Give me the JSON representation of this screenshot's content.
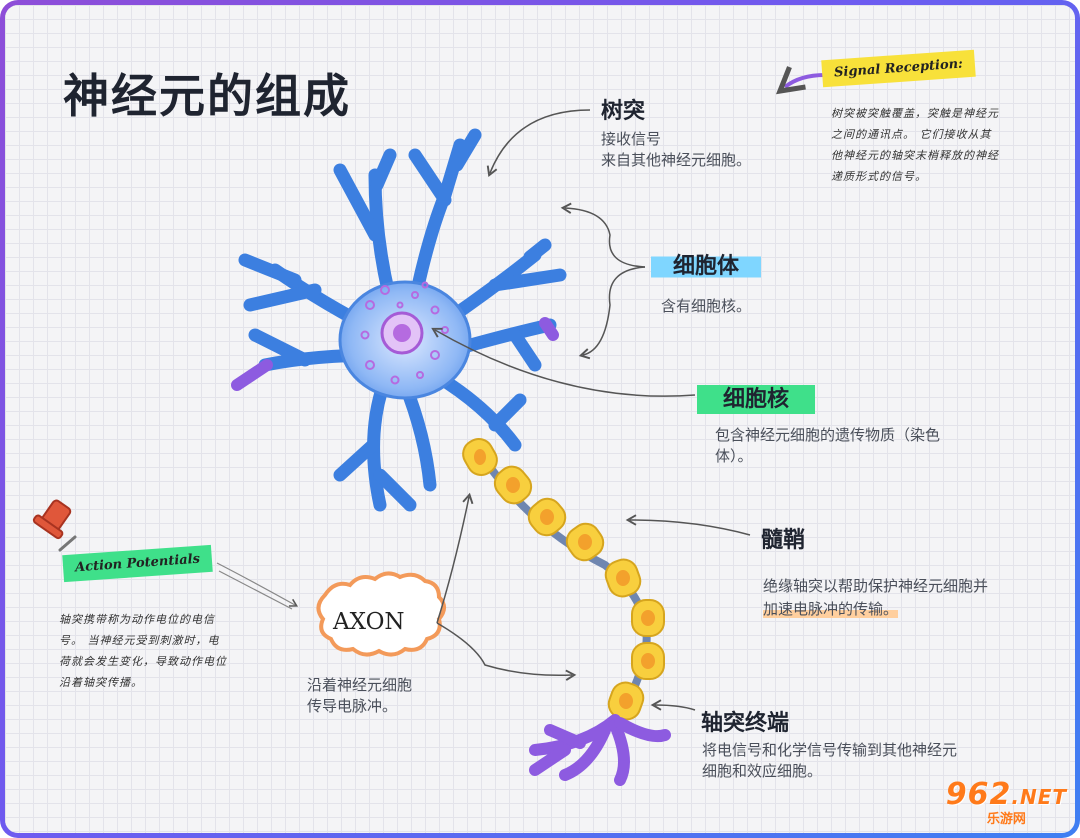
{
  "title": "神经元的组成",
  "labels": {
    "dendrite": {
      "title": "树突",
      "desc1": "接收信号",
      "desc2": "来自其他神经元细胞。"
    },
    "cell_body": {
      "title": "细胞体",
      "desc": "含有细胞核。"
    },
    "nucleus": {
      "title": "细胞核",
      "desc1": "包含神经元细胞的遗传物质（染色",
      "desc2": "体）。"
    },
    "myelin": {
      "title": "髓鞘",
      "desc1": "绝缘轴突以帮助保护神经元细胞并",
      "desc2": "加速电脉冲的传输。"
    },
    "axon": {
      "title": "AXON",
      "desc1": "沿着神经元细胞",
      "desc2": "传导电脉冲。"
    },
    "terminal": {
      "title": "轴突终端",
      "desc1": "将电信号和化学信号传输到其他神经元",
      "desc2": "细胞和效应细胞。"
    }
  },
  "notes": {
    "signal": {
      "tag": "Signal Reception:",
      "lines": [
        "树突被突触覆盖，突触是神经元",
        "之间的通讯点。 它们接收从其",
        "他神经元的轴突末梢释放的神经",
        "递质形式的信号。"
      ]
    },
    "action": {
      "tag": "Action Potentials",
      "lines": [
        "轴突携带称为动作电位的电信",
        "号。 当神经元受到刺激时，电",
        "荷就会发生变化，导致动作电位",
        "沿着轴突传播。"
      ]
    }
  },
  "watermark": {
    "num": "962",
    "suffix": ".NET",
    "sub": "乐游网"
  },
  "colors": {
    "dendrite": "#4f8de8",
    "soma": "#8fb8f5",
    "nucleus": "#b56be0",
    "myelin": "#f8cf3e",
    "terminal": "#8d5be0",
    "axon_cloud": "#f39a5a"
  }
}
